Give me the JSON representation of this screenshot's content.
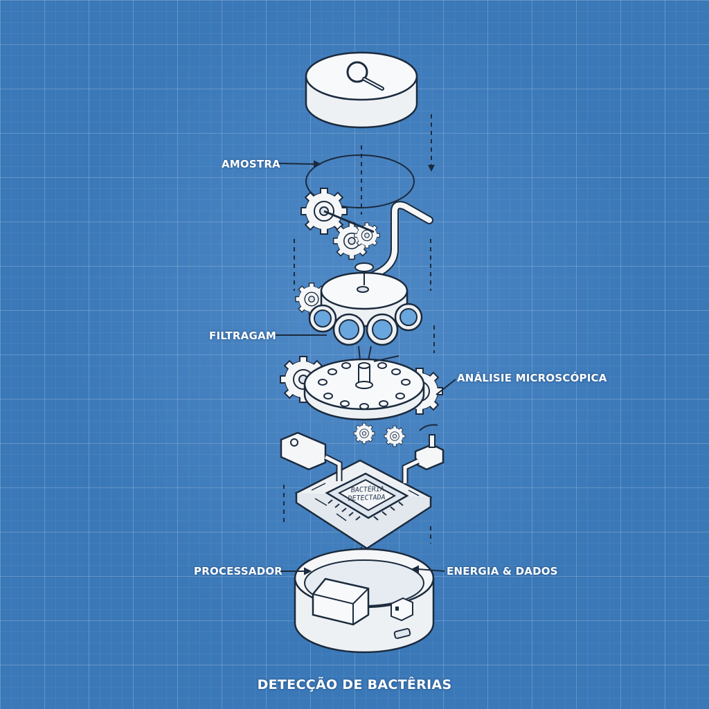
{
  "title": "DETECÇÃO DE BACTÊRIAS",
  "labels": {
    "amostra": "AMOSTRA",
    "filtragam": "FILTRAGAM",
    "analise": "ANÁLISIE MICROSCÓPICA",
    "processador": "PROCESSADOR",
    "energia": "ENERGIA & DADOS"
  },
  "chip": {
    "line1": "BACTÉRIA",
    "line2": "DETECTADA"
  },
  "colors": {
    "background": "#3a78b8",
    "line": "#1b2a3d",
    "part_fill": "#f4f6f8",
    "label_text": "#ffffff"
  },
  "icons": [
    "magnifier-icon",
    "gear-icon",
    "tube-icon",
    "chip-icon",
    "battery-icon",
    "usb-port-icon"
  ]
}
